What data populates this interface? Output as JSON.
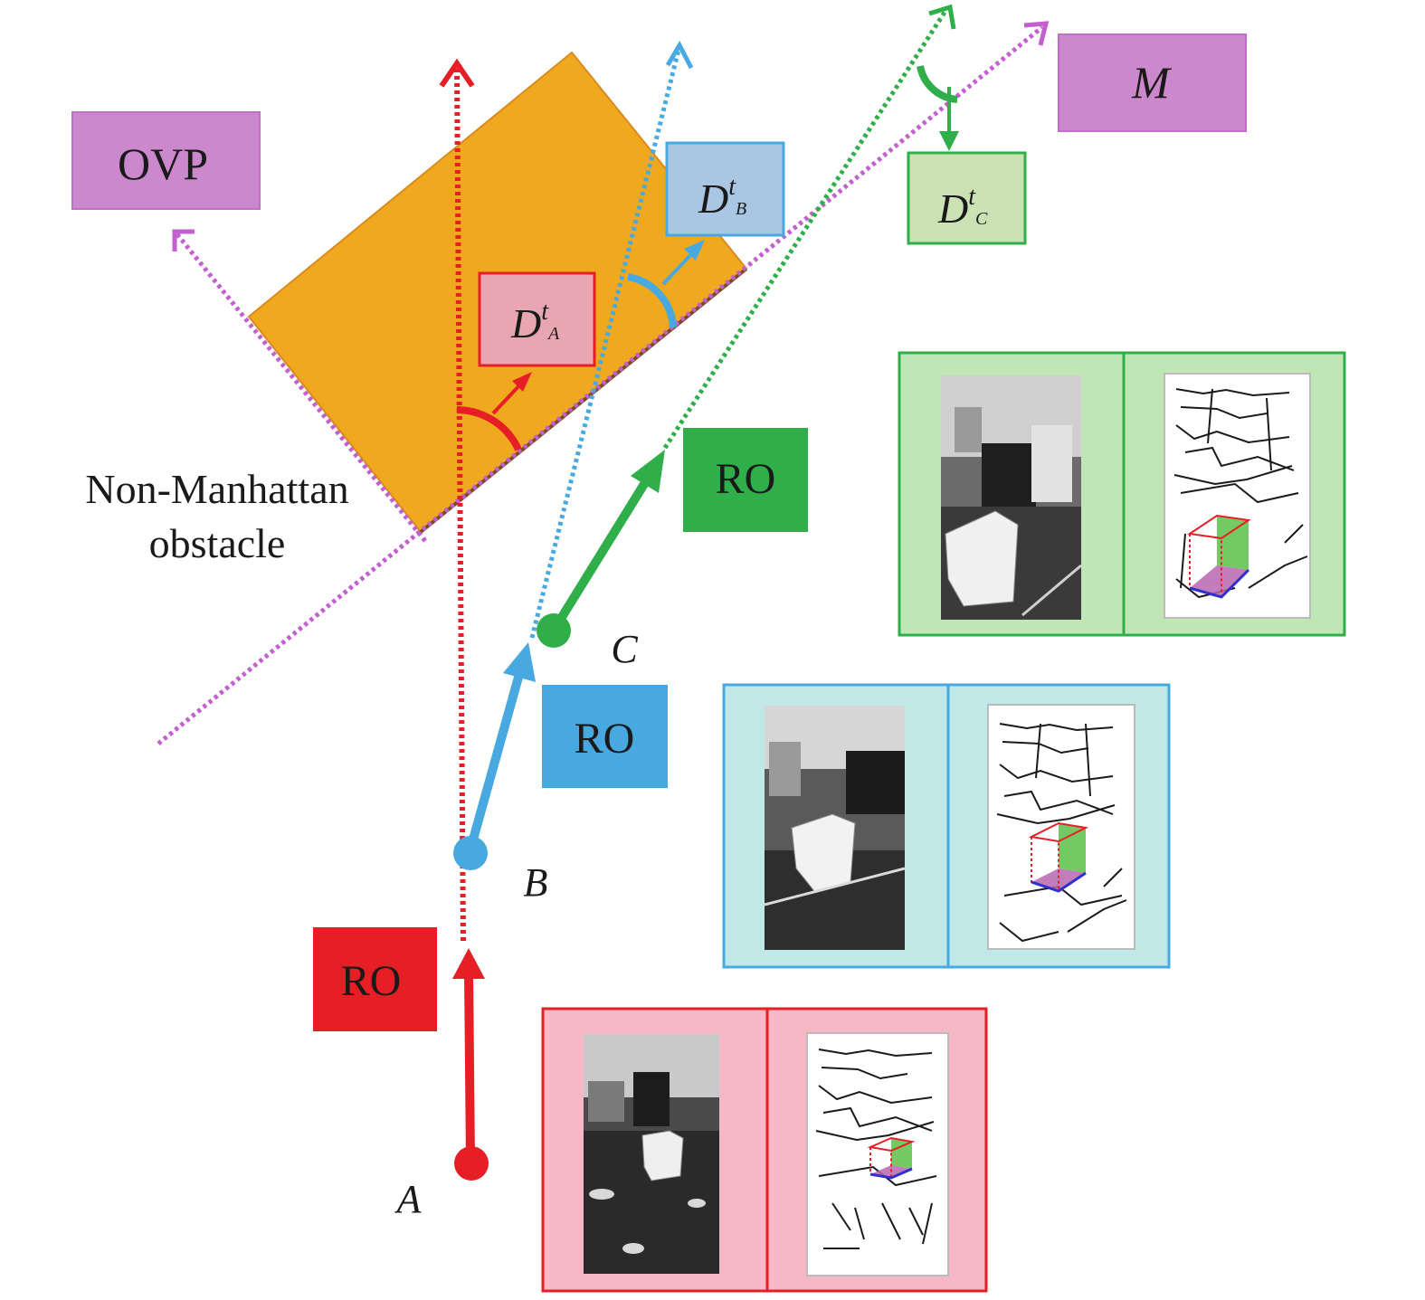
{
  "labels": {
    "ovp": "OVP",
    "m": "M",
    "dt_base": "D",
    "dt_sup": "t",
    "sub_a": "A",
    "sub_b": "B",
    "sub_c": "C",
    "ro": "RO",
    "obstacle_line1": "Non-Manhattan",
    "obstacle_line2": "obstacle",
    "point_a": "A",
    "point_b": "B",
    "point_c": "C"
  },
  "colors": {
    "red": "#e61f26",
    "blue": "#48a8e0",
    "green": "#2fae4a",
    "purple": "#c35fd0",
    "ovp_box": "#cc88cc",
    "obstacle": "#f0a91e",
    "obstacle_edge": "#7a4a20",
    "red_panel": "#f5b8c4",
    "blue_panel": "#bfe8e6",
    "green_panel": "#bfe6b4"
  },
  "icons": {
    "photo": "camera-photo-icon",
    "edge_map": "edge-map-icon"
  }
}
